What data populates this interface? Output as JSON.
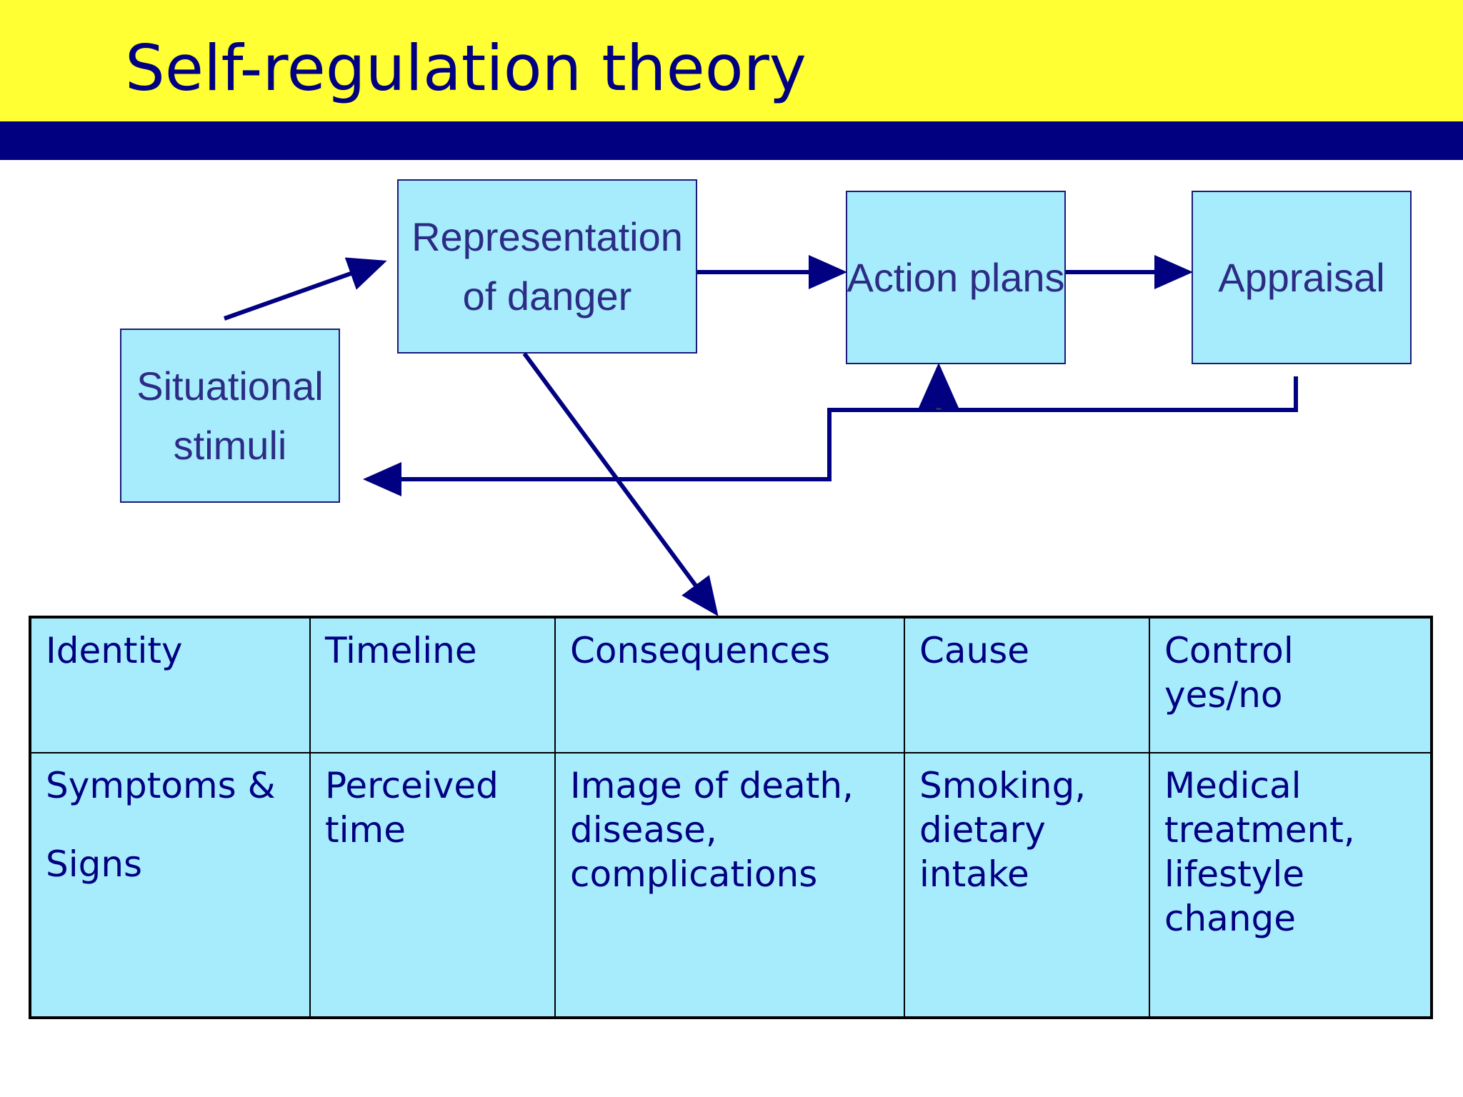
{
  "slide": {
    "title": "Self-regulation theory",
    "colors": {
      "title_band": "#ffff33",
      "rule": "#000080",
      "box_fill": "#a6ecfd",
      "text": "#000080",
      "arrow": "#000080"
    }
  },
  "flow": {
    "representation": {
      "line1": "Representation",
      "line2": "of danger"
    },
    "action_plans": {
      "label": "Action plans"
    },
    "appraisal": {
      "label": "Appraisal"
    },
    "situational": {
      "line1": "Situational",
      "line2": "stimuli"
    }
  },
  "table": {
    "headers": [
      {
        "lines": [
          "Identity"
        ]
      },
      {
        "lines": [
          "Timeline"
        ]
      },
      {
        "lines": [
          "Consequences"
        ]
      },
      {
        "lines": [
          "Cause"
        ]
      },
      {
        "lines": [
          "Control",
          "yes/no"
        ]
      }
    ],
    "values": [
      {
        "lines": [
          "Symptoms &",
          "Signs"
        ]
      },
      {
        "lines": [
          "Perceived",
          "time"
        ]
      },
      {
        "lines": [
          "Image of death,",
          "disease,",
          "complications"
        ]
      },
      {
        "lines": [
          "Smoking,",
          "dietary",
          "intake"
        ]
      },
      {
        "lines": [
          "Medical",
          "treatment,",
          "lifestyle",
          "change"
        ]
      }
    ]
  }
}
